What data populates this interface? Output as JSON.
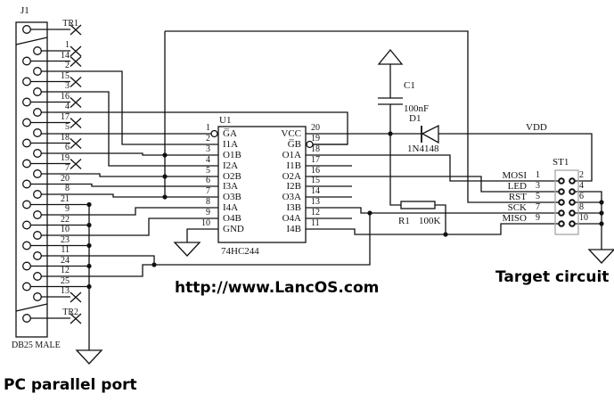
{
  "connector_j1": {
    "ref": "J1",
    "type": "DB25 MALE",
    "caption": "PC parallel port",
    "tr_top": "TR1",
    "tr_bottom": "TR2",
    "pin_order": [
      "1",
      "14",
      "2",
      "15",
      "3",
      "16",
      "4",
      "17",
      "5",
      "18",
      "6",
      "19",
      "7",
      "20",
      "8",
      "21",
      "9",
      "22",
      "10",
      "23",
      "11",
      "24",
      "12",
      "25",
      "13"
    ],
    "unconnected_pins": [
      "TR1",
      "1",
      "14",
      "15",
      "16",
      "17",
      "18",
      "19",
      "13",
      "TR2"
    ]
  },
  "ic_u1": {
    "ref": "U1",
    "part": "74HC244",
    "left_pins": [
      {
        "num": "1",
        "label": "G̅A"
      },
      {
        "num": "2",
        "label": "I1A"
      },
      {
        "num": "3",
        "label": "O1B"
      },
      {
        "num": "4",
        "label": "I2A"
      },
      {
        "num": "5",
        "label": "O2B"
      },
      {
        "num": "6",
        "label": "I3A"
      },
      {
        "num": "7",
        "label": "O3B"
      },
      {
        "num": "8",
        "label": "I4A"
      },
      {
        "num": "9",
        "label": "O4B"
      },
      {
        "num": "10",
        "label": "GND"
      }
    ],
    "right_pins": [
      {
        "num": "20",
        "label": "VCC"
      },
      {
        "num": "19",
        "label": "G̅B"
      },
      {
        "num": "18",
        "label": "O1A"
      },
      {
        "num": "17",
        "label": "I1B"
      },
      {
        "num": "16",
        "label": "O2A"
      },
      {
        "num": "15",
        "label": "I2B"
      },
      {
        "num": "14",
        "label": "O3A"
      },
      {
        "num": "13",
        "label": "I3B"
      },
      {
        "num": "12",
        "label": "O4A"
      },
      {
        "num": "11",
        "label": "I4B"
      }
    ]
  },
  "components": {
    "c1": {
      "ref": "C1",
      "value": "100nF"
    },
    "d1": {
      "ref": "D1",
      "value": "1N4148"
    },
    "r1": {
      "ref": "R1",
      "value": "100K"
    }
  },
  "power": {
    "vdd_label": "VDD"
  },
  "connector_st1": {
    "ref": "ST1",
    "caption": "Target circuit",
    "rows": [
      {
        "signal": "MOSI",
        "left": "1",
        "right": "2"
      },
      {
        "signal": "LED",
        "left": "3",
        "right": "4"
      },
      {
        "signal": "RST",
        "left": "5",
        "right": "6"
      },
      {
        "signal": "SCK",
        "left": "7",
        "right": "8"
      },
      {
        "signal": "MISO",
        "left": "9",
        "right": "10"
      }
    ]
  },
  "footer": {
    "url": "http://www.LancOS.com"
  }
}
